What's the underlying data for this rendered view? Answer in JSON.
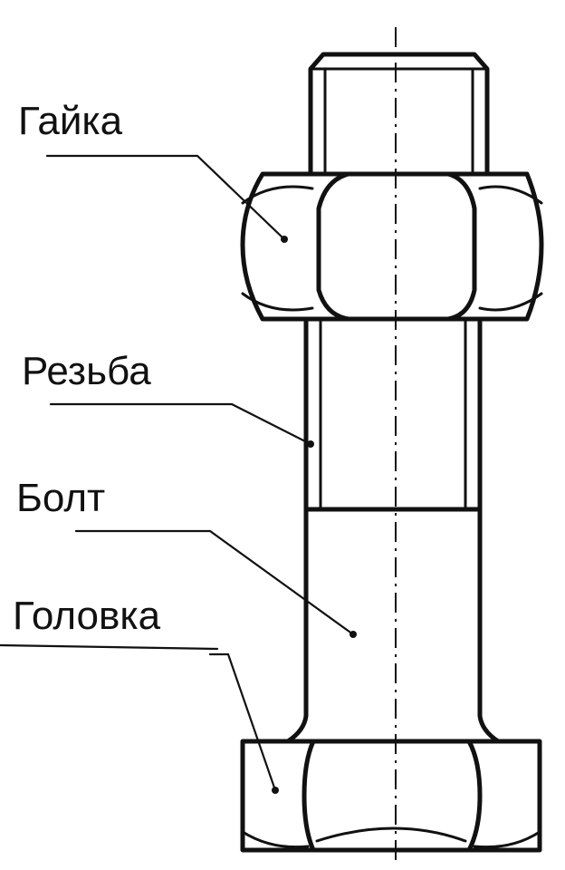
{
  "labels": {
    "nut": "Гайка",
    "thread": "Резьба",
    "bolt": "Болт",
    "head": "Головка"
  },
  "colors": {
    "ink": "#111111",
    "background": "#ffffff"
  }
}
